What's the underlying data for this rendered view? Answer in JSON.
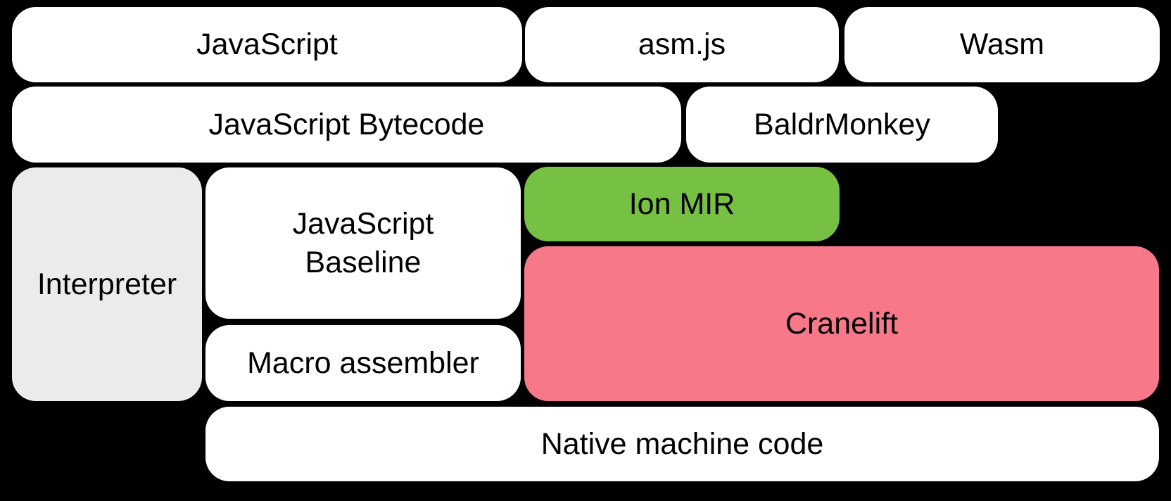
{
  "canvas": {
    "background": "#000000",
    "text_color": "#000000"
  },
  "colors": {
    "box_default": "#ffffff",
    "interpreter_gray": "#ebebeb",
    "ion_mir_green": "#76c143",
    "cranelift_pink": "#f67889"
  },
  "boxes": {
    "javascript": {
      "label": "JavaScript",
      "bg": "#ffffff"
    },
    "asmjs": {
      "label": "asm.js",
      "bg": "#ffffff"
    },
    "wasm": {
      "label": "Wasm",
      "bg": "#ffffff"
    },
    "javascript_bytecode": {
      "label": "JavaScript Bytecode",
      "bg": "#ffffff"
    },
    "baldrmonkey": {
      "label": "BaldrMonkey",
      "bg": "#ffffff"
    },
    "interpreter": {
      "label": "Interpreter",
      "bg": "#ebebeb"
    },
    "javascript_baseline": {
      "label": "JavaScript\nBaseline",
      "bg": "#ffffff"
    },
    "ion_mir": {
      "label": "Ion MIR",
      "bg": "#76c143"
    },
    "cranelift": {
      "label": "Cranelift",
      "bg": "#f67889"
    },
    "macro_assembler": {
      "label": "Macro assembler",
      "bg": "#ffffff"
    },
    "native_machine_code": {
      "label": "Native machine code",
      "bg": "#ffffff"
    }
  }
}
